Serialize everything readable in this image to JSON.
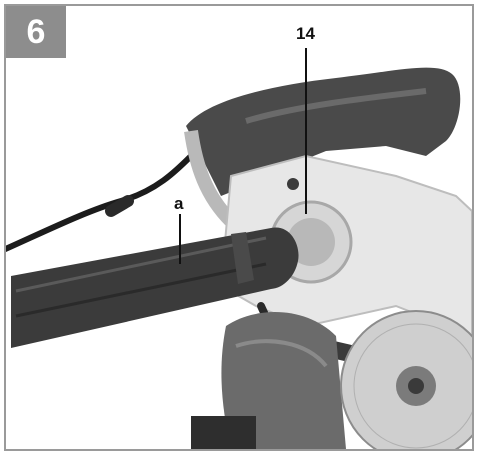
{
  "figure": {
    "number": "6",
    "callouts": {
      "part_14": "14",
      "part_a": "a"
    },
    "photo_subject": "circular-saw-with-vacuum-hose-adapter"
  }
}
